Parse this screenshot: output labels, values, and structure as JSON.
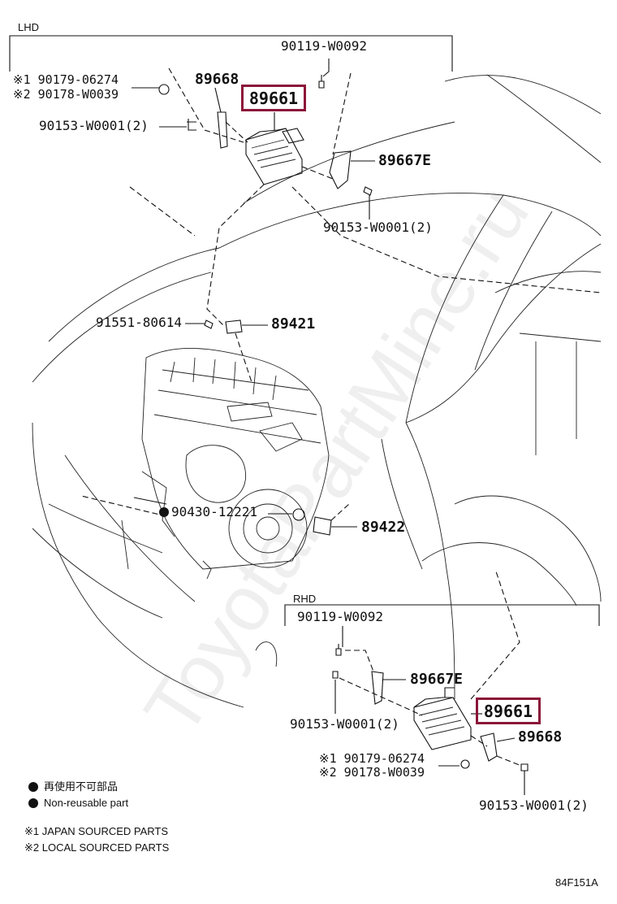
{
  "sections": {
    "lhd": "LHD",
    "rhd": "RHD"
  },
  "lhd": {
    "p_90119": "90119-W0092",
    "p_90179": "※1 90179-06274",
    "p_90178": "※2 90178-W0039",
    "p_89668": "89668",
    "p_89661": "89661",
    "p_90153a": "90153-W0001(2)",
    "p_89667e": "89667E",
    "p_90153b": "90153-W0001(2)"
  },
  "engine": {
    "p_91551": "91551-80614",
    "p_89421": "89421",
    "p_90430": "90430-12221",
    "p_89422": "89422"
  },
  "rhd": {
    "p_90119": "90119-W0092",
    "p_89667e": "89667E",
    "p_90153a": "90153-W0001(2)",
    "p_89661": "89661",
    "p_89668": "89668",
    "p_90179": "※1 90179-06274",
    "p_90178": "※2 90178-W0039",
    "p_90153b": "90153-W0001(2)"
  },
  "legend": {
    "nonreusable_jp": "再使用不可部品",
    "nonreusable_en": "Non-reusable part",
    "note1": "※1 JAPAN SOURCED PARTS",
    "note2": "※2 LOCAL SOURCED PARTS"
  },
  "figure_code": "84F151A",
  "watermark": "ToyotaPartMine.ru",
  "colors": {
    "highlight": "#8b1538",
    "ink": "#111111"
  }
}
